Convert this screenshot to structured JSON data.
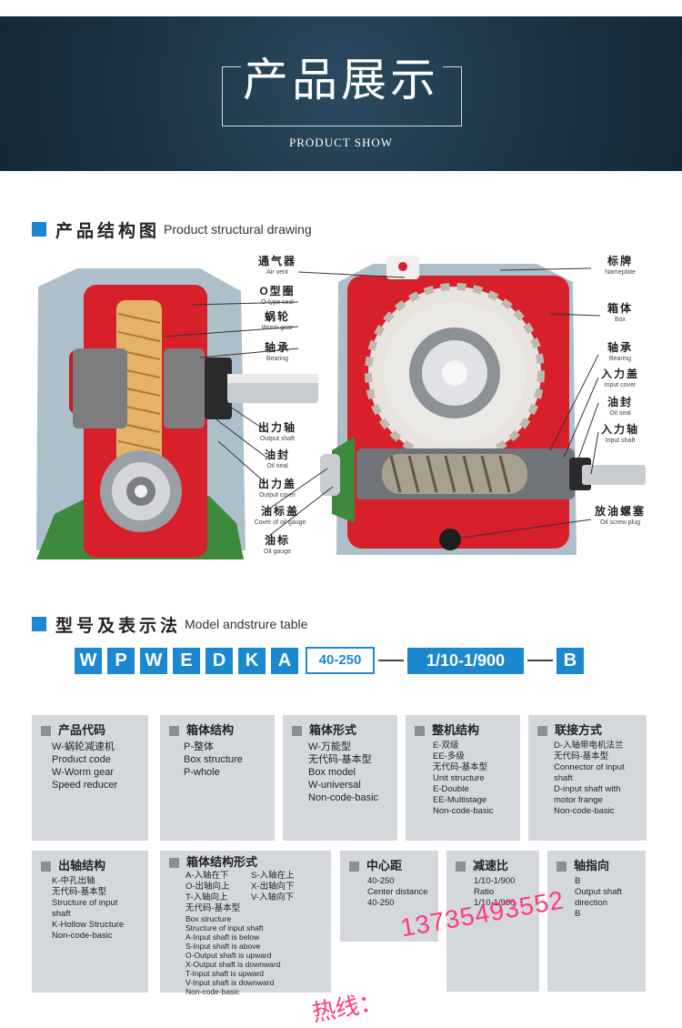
{
  "banner": {
    "title": "产品展示",
    "subtitle": "PRODUCT SHOW"
  },
  "structure": {
    "heading_cn": "产品结构图",
    "heading_en": "Product structural drawing",
    "labels": [
      {
        "cn": "通气器",
        "en": "Air vent"
      },
      {
        "cn": "O型圈",
        "en": "O-type seal"
      },
      {
        "cn": "蜗轮",
        "en": "Worm gear"
      },
      {
        "cn": "轴承",
        "en": "Bearing"
      },
      {
        "cn": "出力轴",
        "en": "Output shaft"
      },
      {
        "cn": "油封",
        "en": "Oil seal"
      },
      {
        "cn": "出力盖",
        "en": "Output cover"
      },
      {
        "cn": "油标盖",
        "en": "Cover of oil gauge"
      },
      {
        "cn": "油标",
        "en": "Oil gauge"
      },
      {
        "cn": "标牌",
        "en": "Nameplate"
      },
      {
        "cn": "箱体",
        "en": "Box"
      },
      {
        "cn": "轴承",
        "en": "Bearing"
      },
      {
        "cn": "入力盖",
        "en": "Input cover"
      },
      {
        "cn": "油封",
        "en": "Oil seal"
      },
      {
        "cn": "入力轴",
        "en": "Input shaft"
      },
      {
        "cn": "放油螺塞",
        "en": "Oil screw plug"
      }
    ]
  },
  "model": {
    "heading_cn": "型号及表示法",
    "heading_en": "Model andstrure table",
    "letters": [
      "W",
      "P",
      "W",
      "E",
      "D",
      "K",
      "A"
    ],
    "size": "40-250",
    "ratio": "1/10-1/900",
    "direction": "B"
  },
  "cards": {
    "c1": {
      "title": "产品代码",
      "l1": "W-蜗轮减速机",
      "l2": "Product code",
      "l3": "W-Worm gear",
      "l4": "Speed reducer"
    },
    "c2": {
      "title": "箱体结构",
      "l1": "P-整体",
      "l2": "Box structure",
      "l3": "P-whole"
    },
    "c3": {
      "title": "箱体形式",
      "l1": "W-万能型",
      "l2": "无代码-基本型",
      "l3": "Box model",
      "l4": "W-universal",
      "l5": "Non-code-basic"
    },
    "c4": {
      "title": "整机结构",
      "l1": "E-双级",
      "l2": "EE-多级",
      "l3": "无代码-基本型",
      "l4": "Unit structure",
      "l5": "E-Double",
      "l6": "EE-Multistage",
      "l7": "Non-code-basic"
    },
    "c5": {
      "title": "联接方式",
      "l1": "D-入轴带电机法兰",
      "l2": "无代码-基本型",
      "l3": "Connector of input",
      "l4": "shaft",
      "l5": "D-input shaft with",
      "l6": "motor frange",
      "l7": "Non-code-basic"
    },
    "c6": {
      "title": "出轴结构",
      "l1": "K-中孔出轴",
      "l2": "无代码-基本型",
      "l3": "Structure of input",
      "l4": "shaft",
      "l5": "K-Hollow Structure",
      "l6": "Non-code-basic"
    },
    "c7": {
      "title": "箱体结构形式",
      "a1": "A-入轴在下",
      "b1": "S-入轴在上",
      "a2": "O-出轴向上",
      "b2": "X-出轴向下",
      "a3": "T-入轴向上",
      "b3": "V-入轴向下",
      "l4": "无代码-基本型",
      "e1": "Box structure",
      "e2": "Structure of input shaft",
      "e3": "A-Input shaft is below",
      "e4": "S-Input shaft is above",
      "e5": "O-Output shaft is upward",
      "e6": "X-Output shaft is downward",
      "e7": "T-Input shaft is upward",
      "e8": "V-Input shaft is downward",
      "e9": "Non-code-basic"
    },
    "c8": {
      "title": "中心距",
      "l1": "40-250",
      "l2": "Center distance",
      "l3": "40-250"
    },
    "c9": {
      "title": "减速比",
      "l1": "1/10-1/900",
      "l2": "Ratio",
      "l3": "1/10-1/900"
    },
    "c10": {
      "title": "轴指向",
      "l1": "B",
      "l2": "Output shaft",
      "l3": "direction",
      "l4": "B"
    }
  },
  "watermark": {
    "phone": "13735493552",
    "hotline": "热线："
  },
  "colors": {
    "accent": "#1b88d0",
    "banner": "#1c3446",
    "housing_red": "#d8202a",
    "base_green": "#3e8a3c",
    "card_bg": "#d4d8dc"
  }
}
